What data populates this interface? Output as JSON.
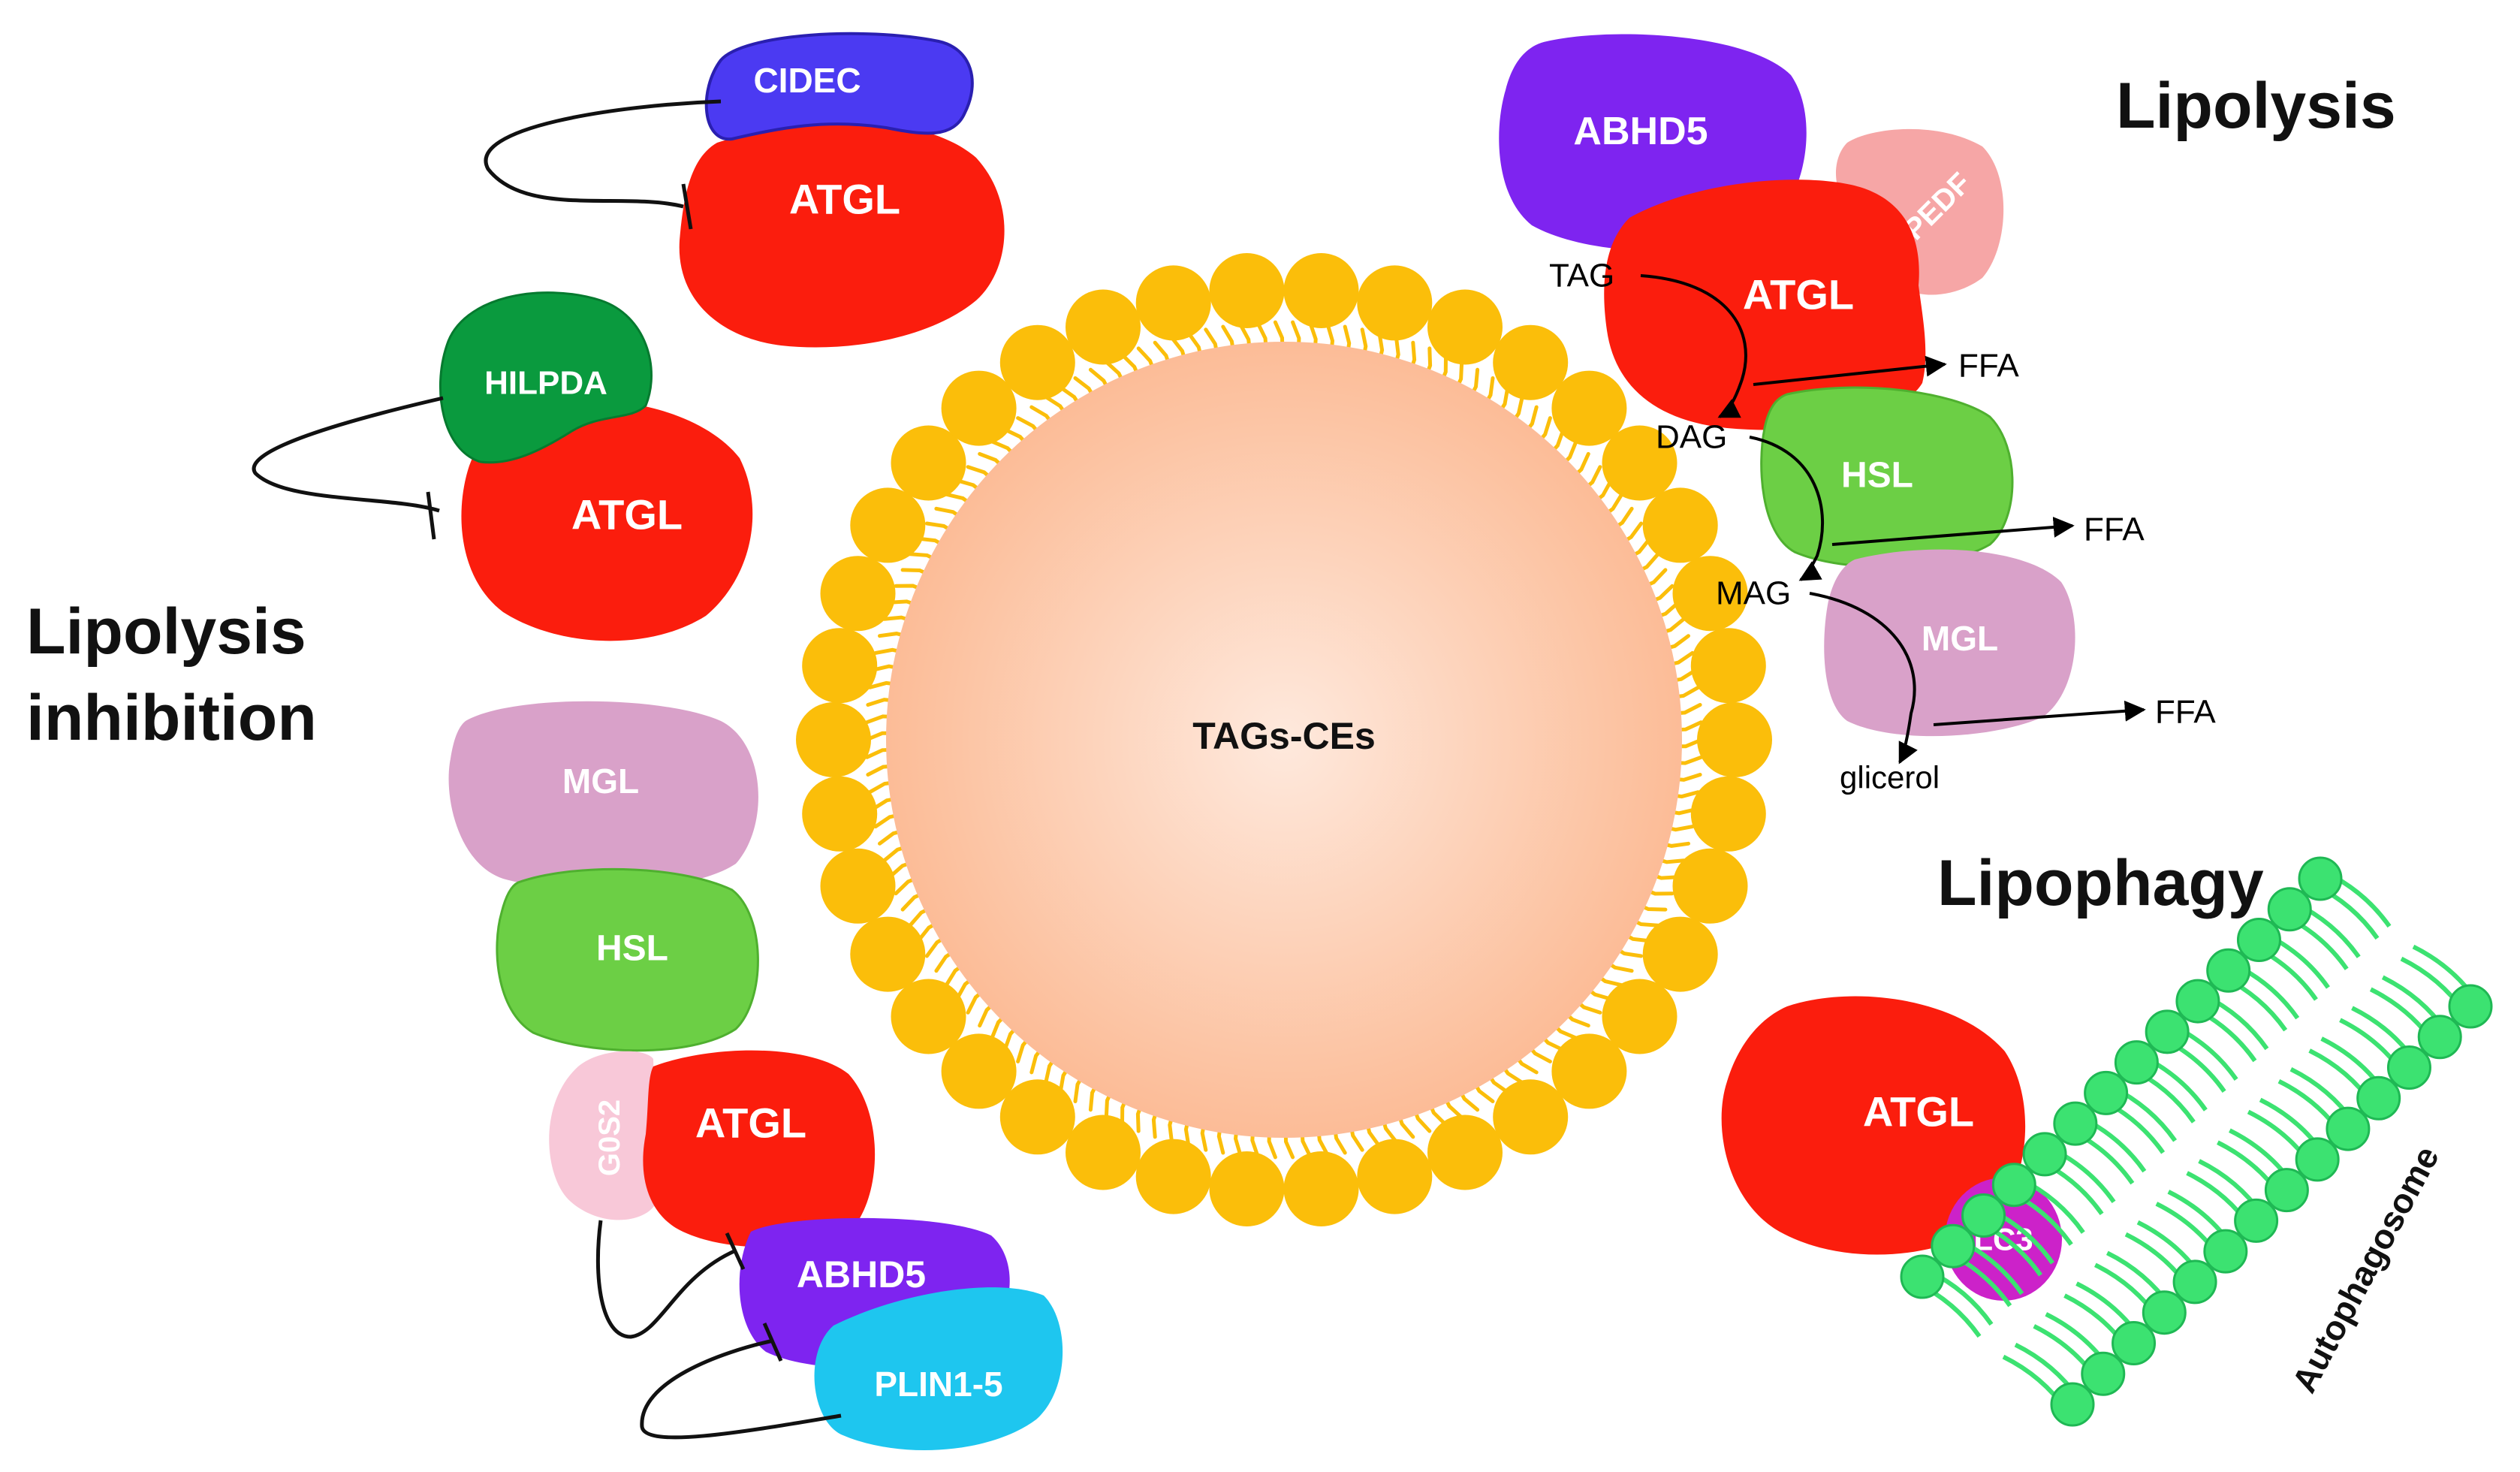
{
  "headings": {
    "lipolysis": "Lipolysis",
    "inhibition_line1": "Lipolysis",
    "inhibition_line2": "inhibition",
    "lipophagy": "Lipophagy"
  },
  "core_label": "TAGs-CEs",
  "autophagosome_label": "Autophagosome",
  "proteins": {
    "cidec": "CIDEC",
    "atgl_top": "ATGL",
    "hilpda": "HILPDA",
    "atgl_left": "ATGL",
    "mgl_left": "MGL",
    "hsl_left": "HSL",
    "g0s2": "G0S2",
    "atgl_bottom": "ATGL",
    "abhd5_bottom": "ABHD5",
    "plin": "PLIN1-5",
    "abhd5_top": "ABHD5",
    "pedf": "PEDF",
    "atgl_right": "ATGL",
    "hsl_right": "HSL",
    "mgl_right": "MGL",
    "atgl_lipophagy": "ATGL",
    "lc3": "LC3"
  },
  "metabolites": {
    "tag": "TAG",
    "dag": "DAG",
    "mag": "MAG",
    "ffa_1": "FFA",
    "ffa_2": "FFA",
    "ffa_3": "FFA",
    "glycerol": "glicerol"
  },
  "colors": {
    "atgl": "#fb1d0d",
    "cidec": "#4b3af2",
    "hilpda": "#0a9a3e",
    "mgl": "#d9a1c9",
    "hsl": "#6ccf45",
    "g0s2": "#f8c8d8",
    "abhd5": "#7e24f0",
    "plin": "#1ec6ef",
    "pedf": "#f6a6a6",
    "lc3": "#cc22c9",
    "membrane": "#fbbe0a",
    "autophagosome": "#3ce271",
    "core_inner": "#fee9dd",
    "core_outer": "#fcbc97"
  }
}
